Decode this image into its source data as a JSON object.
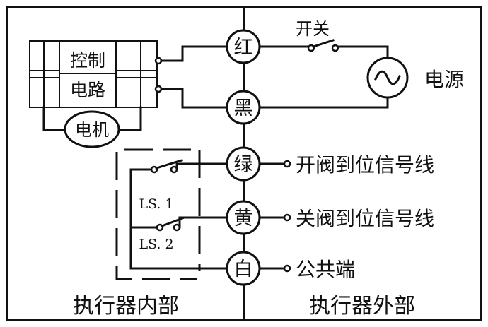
{
  "terminals": {
    "red": "红",
    "black": "黑",
    "green": "绿",
    "yellow": "黄",
    "white": "白"
  },
  "control_circuit": {
    "line1": "控制",
    "line2": "电路"
  },
  "motor_label": "电机",
  "switch_label": "开关",
  "power_label": "电源",
  "limit_switches": {
    "ls1": "LS. 1",
    "ls2": "LS. 2"
  },
  "outputs": {
    "open_signal": "开阀到位信号线",
    "close_signal": "关阀到位信号线",
    "common": "公共端"
  },
  "sections": {
    "inside": "执行器内部",
    "outside": "执行器外部"
  }
}
